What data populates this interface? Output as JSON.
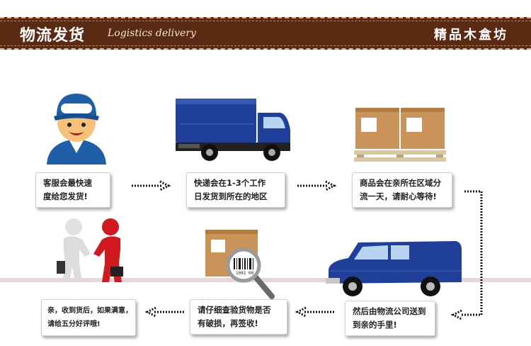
{
  "header": {
    "title": "物流发货",
    "subtitle": "Logistics delivery",
    "brand": "精品木盒坊"
  },
  "steps": [
    {
      "line1": "客服会最快速",
      "line2": "度给您发货!"
    },
    {
      "line1": "快递会在1-3个工作",
      "line2": "日发货到所在的地区"
    },
    {
      "line1": "商品会在亲所在区域分",
      "line2": "流一天，请耐心等待!"
    },
    {
      "line1": "然后由物流公司送到",
      "line2": "到亲的手里!"
    },
    {
      "line1": "请仔细查验货物是否",
      "line2": "有破损，再签收!"
    },
    {
      "line1": "亲，收到货后，如果满意，",
      "line2": "请给五分好评哦!"
    }
  ],
  "barcode": {
    "number": "1001 00"
  },
  "colors": {
    "banner": "#5a2a12",
    "truck": "#1f3f99",
    "accent_red": "#d0181e"
  }
}
